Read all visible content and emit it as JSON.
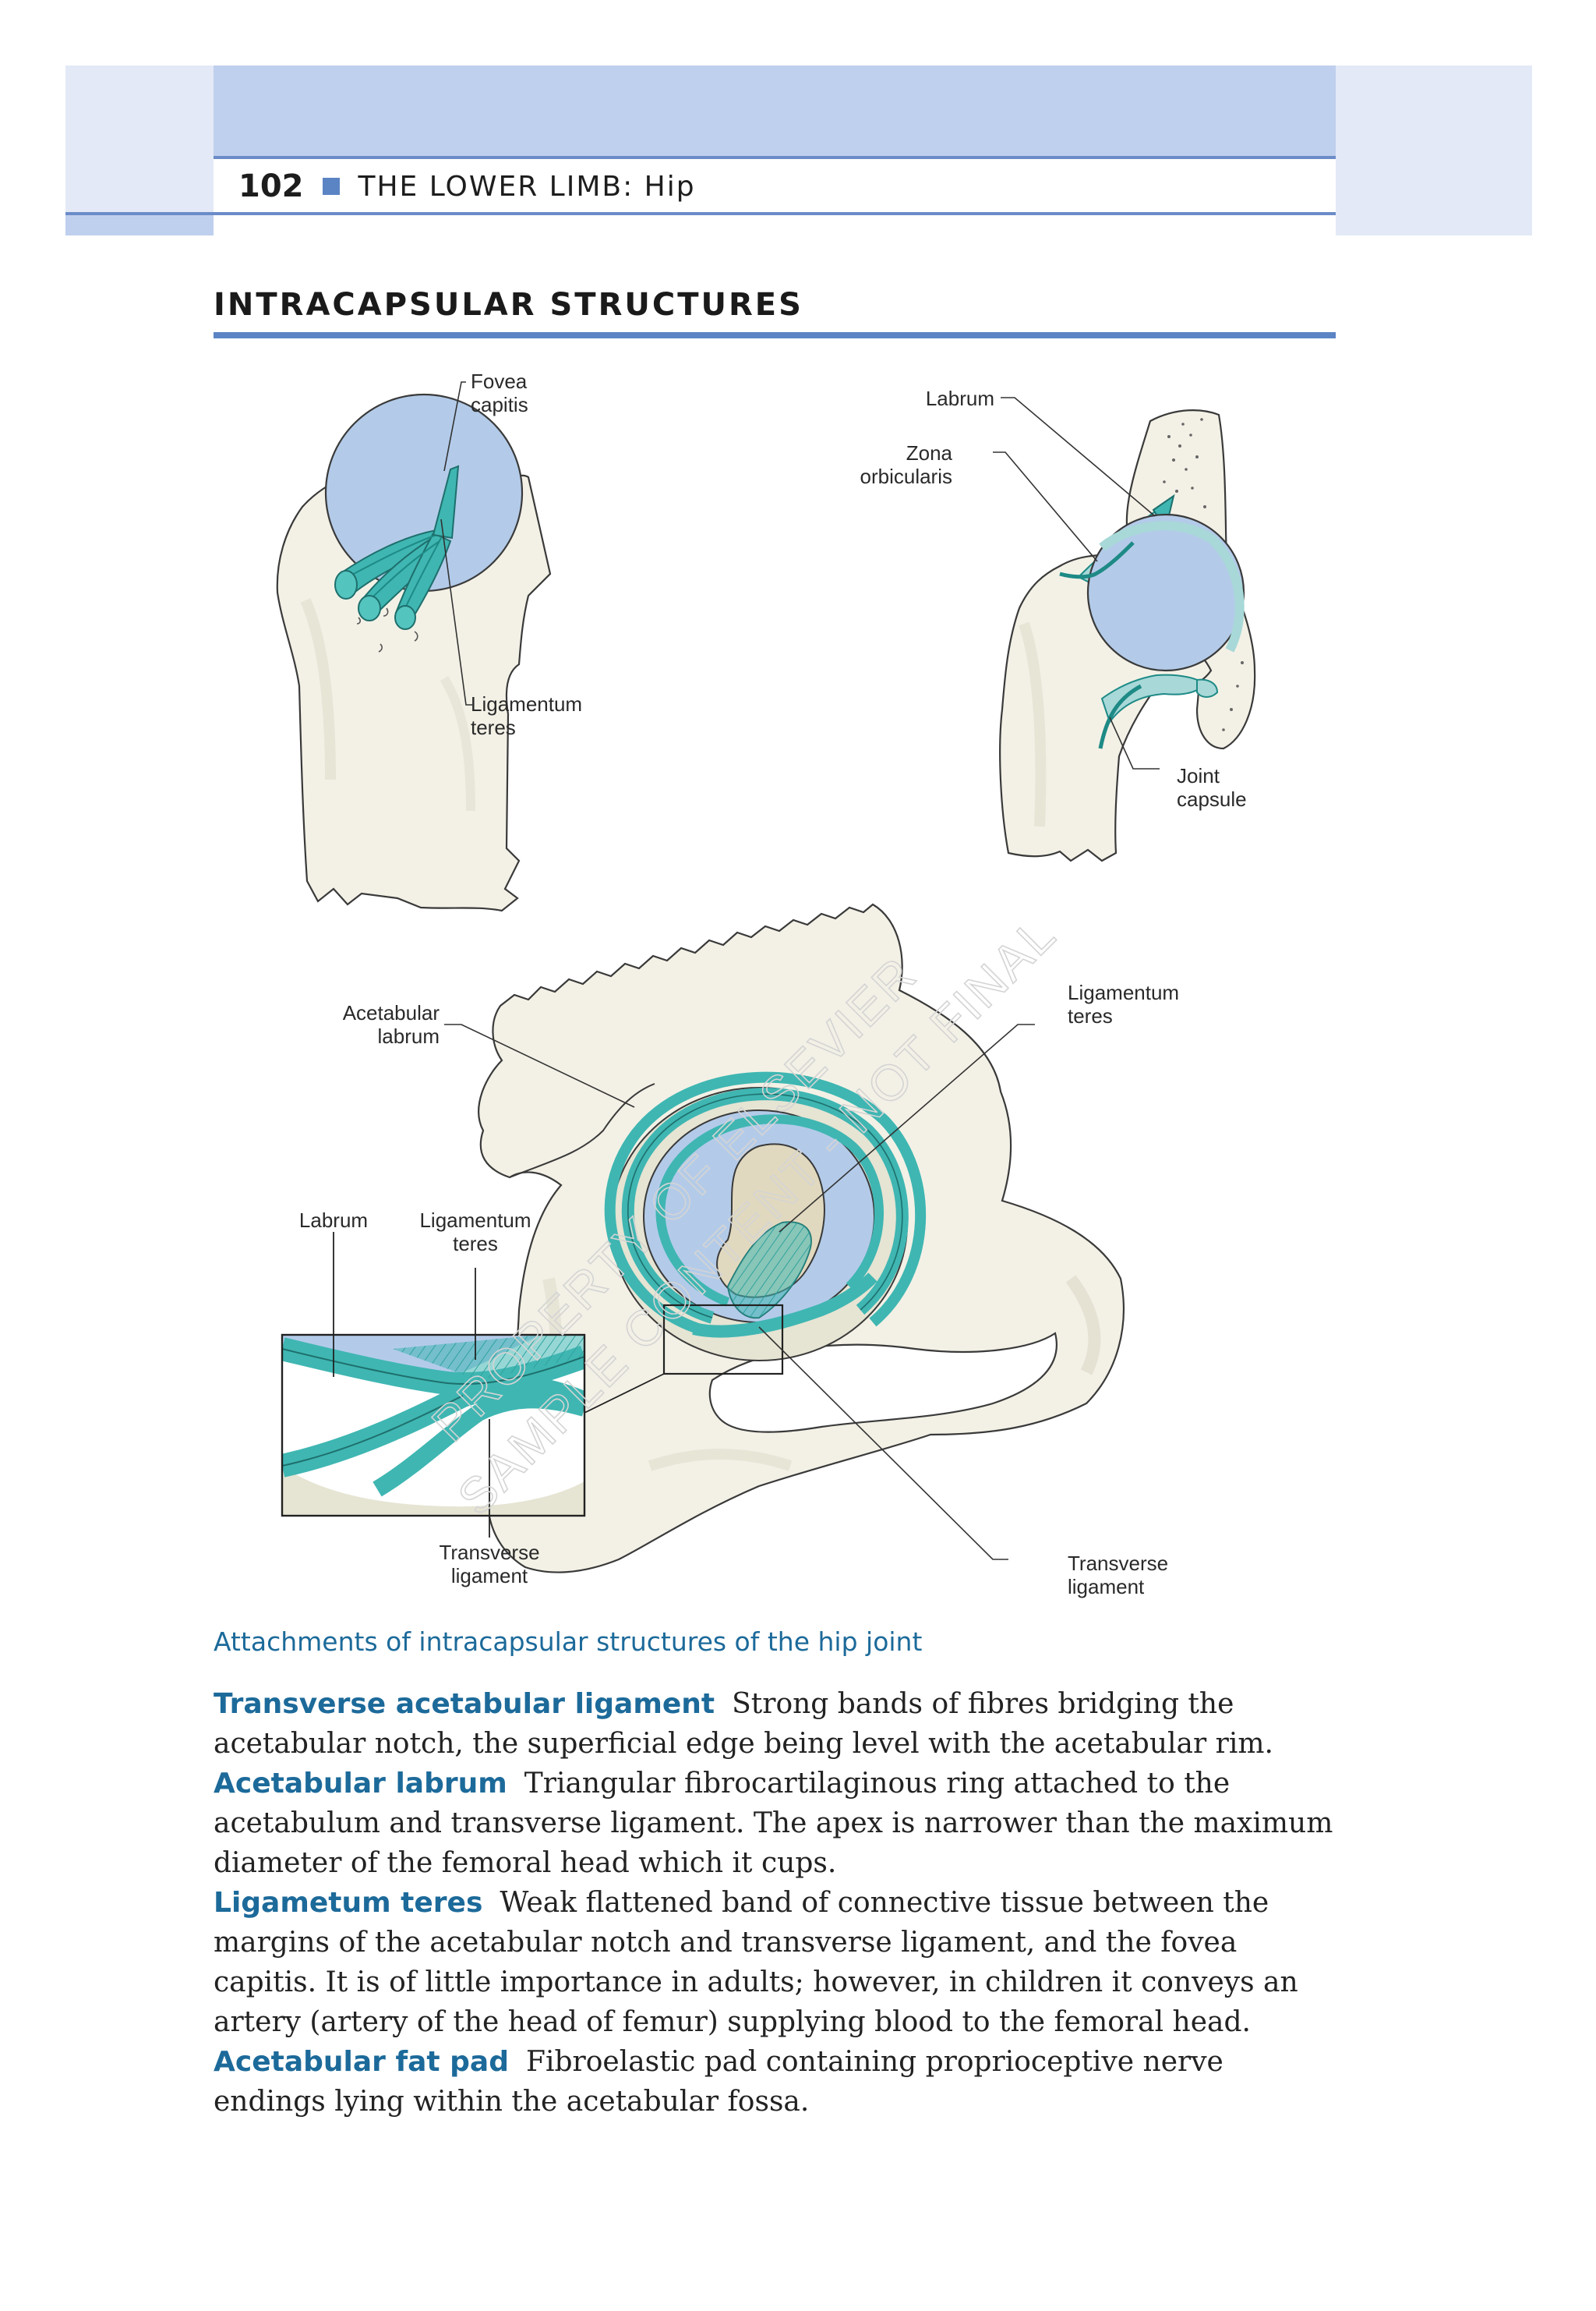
{
  "header": {
    "page_number": "102",
    "chapter": "THE LOWER LIMB: Hip"
  },
  "section": {
    "title": "INTRACAPSULAR STRUCTURES"
  },
  "figure": {
    "labels": {
      "fovea_capitis_1": "Fovea",
      "fovea_capitis_2": "capitis",
      "lig_teres_top_1": "Ligamentum",
      "lig_teres_top_2": "teres",
      "labrum_top": "Labrum",
      "zona_1": "Zona",
      "zona_2": "orbicularis",
      "joint_capsule_1": "Joint",
      "joint_capsule_2": "capsule",
      "acetabular_labrum_1": "Acetabular",
      "acetabular_labrum_2": "labrum",
      "lig_teres_right_1": "Ligamentum",
      "lig_teres_right_2": "teres",
      "labrum_inset": "Labrum",
      "lig_teres_inset_1": "Ligamentum",
      "lig_teres_inset_2": "teres",
      "transverse_left_1": "Transverse",
      "transverse_left_2": "ligament",
      "transverse_right_1": "Transverse",
      "transverse_right_2": "ligament"
    },
    "watermark": {
      "line1": "PROPERTY OF ELSEVIER",
      "line2": "SAMPLE CONTENT - NOT FINAL"
    },
    "colors": {
      "bone": "#f3f1e6",
      "bone_shadow": "#e1dfcf",
      "cartilage": "#b3cbe9",
      "ligament": "#3fb6b2",
      "ligament_dark": "#1e8a86",
      "outline": "#3a3a3a"
    }
  },
  "caption": "Attachments of intracapsular structures of the hip joint",
  "definitions": [
    {
      "term": "Transverse acetabular ligament",
      "text": "Strong bands of fibres bridging the acetabular notch, the superficial edge being level with the acetabular rim."
    },
    {
      "term": "Acetabular labrum",
      "text": "Triangular fibrocartilaginous ring attached to the acetabulum and transverse ligament. The apex is narrower than the maximum diameter of the femoral head which it cups."
    },
    {
      "term": "Ligametum teres",
      "text": "Weak flattened band of connective tissue between the margins of the acetabular notch and transverse ligament, and the fovea capitis. It is of little importance in adults; however, in children it conveys an artery (artery of the head of femur) supplying blood to the femoral head."
    },
    {
      "term": "Acetabular fat pad",
      "text": "Fibroelastic pad containing proprioceptive nerve endings lying within the acetabular fossa."
    }
  ]
}
